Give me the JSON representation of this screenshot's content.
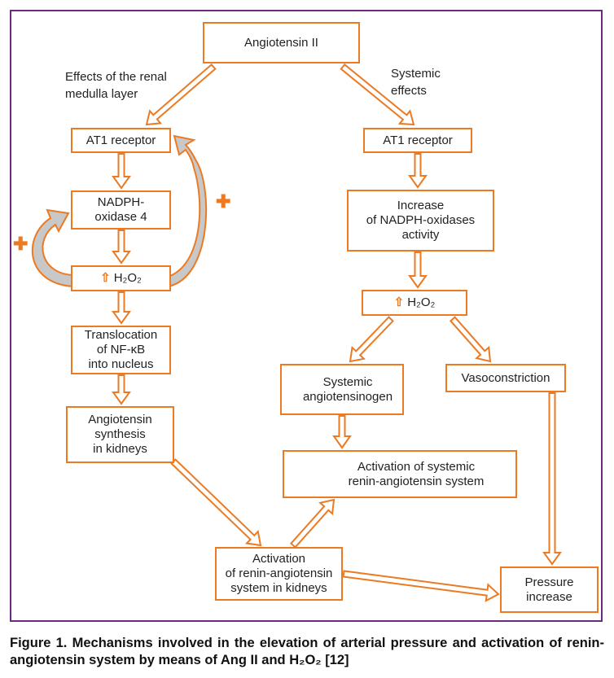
{
  "nodes": {
    "angiotensin_ii": "Angiotensin II",
    "at1_left": "AT1 receptor",
    "at1_right": "AT1 receptor",
    "nadph_oxidase4": "NADPH-\noxidase 4",
    "h2o2_symbol": "⇧",
    "h2o2_left": "H₂O₂",
    "h2o2_right": "H₂O₂",
    "increase_nadph": "Increase\nof NADPH-oxidases\nactivity",
    "translocation": "Translocation\nof NF-κB\ninto nucleus",
    "systemic_angiotensinogen": "Systemic\nangiotensinogen",
    "vasoconstriction": "Vasoconstriction",
    "angiotensin_synthesis": "Angiotensin\nsynthesis\nin kidneys",
    "activation_systemic_ras": "Activation of systemic\nrenin-angiotensin system",
    "activation_kidney_ras": "Activation\nof renin-angiotensin\nsystem in kidneys",
    "pressure_increase": "Pressure\nincrease"
  },
  "labels": {
    "renal_effects": "Effects of the renal\nmedulla layer",
    "systemic_effects": "Systemic\neffects",
    "plus_sign": "✚"
  },
  "caption": "Figure 1. Mechanisms involved in the elevation of arterial pressure and activation of renin-angiotensin system by means of Ang II and H₂O₂ [12]",
  "colors": {
    "accent": "#ec7a23",
    "frame": "#6b2c7e",
    "loop_fill": "#c8c8c8"
  }
}
